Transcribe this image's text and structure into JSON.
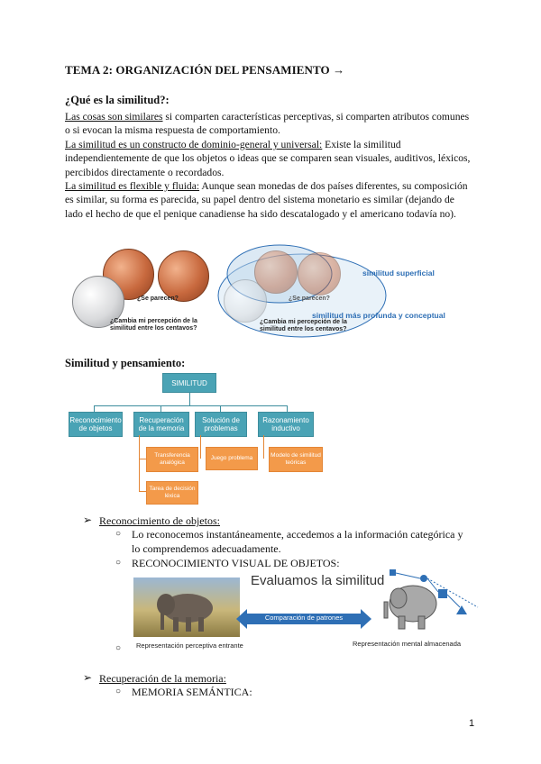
{
  "title": "TEMA 2: ORGANIZACIÓN DEL PENSAMIENTO →",
  "question": "¿Qué es la similitud?:",
  "p1": {
    "u": "Las cosas son similares",
    "t": " si comparten características perceptivas, si comparten atributos comunes o si evocan la misma respuesta de comportamiento."
  },
  "p2": {
    "u": "La similitud es un constructo de dominio-general y universal:",
    "t": " Existe la similitud independientemente de que los objetos o ideas que se comparen sean visuales, auditivos, léxicos, percibidos directamente o recordados."
  },
  "p3": {
    "u": "La similitud es flexible y fluida:",
    "t": " Aunque sean monedas de dos países diferentes, su composición es similar, su forma es parecida, su papel dentro del sistema monetario es similar (dejando de lado el hecho de que el penique canadiense ha sido descatalogado y el americano todavía no)."
  },
  "coins": {
    "left_q1": "¿Se parecen?",
    "left_q2": "¿Cambia mi percepción de la similitud entre los centavos?",
    "right_q1": "¿Se parecen?",
    "right_q2": "¿Cambia mi percepción de la similitud entre los centavos?",
    "superficial": "similitud superficial",
    "profunda": "similitud más profunda y conceptual"
  },
  "subhead": "Similitud y pensamiento:",
  "diagram": {
    "root": "SIMILITUD",
    "b1": "Reconocimiento de objetos",
    "b2": "Recuperación de la memoria",
    "b3": "Solución de problemas",
    "b4": "Razonamiento inductivo",
    "o1": "Transferencia analógica",
    "o2": "Tarea de decisión léxica",
    "o3": "Juego problema",
    "o4": "Modelo de similitud teóricas"
  },
  "bullet1": "Reconocimiento de objetos:",
  "bullet1_sub1": "Lo reconocemos instantáneamente, accedemos a la información categórica y lo comprendemos adecuadamente.",
  "bullet1_sub2": "RECONOCIMIENTO VISUAL DE OBJETOS:",
  "elephant": {
    "heading": "Evaluamos la similitud",
    "arrow": "Comparación de patrones",
    "left_caption": "Representación perceptiva entrante",
    "right_caption": "Representación mental almacenada"
  },
  "bullet2": "Recuperación de la memoria:",
  "bullet2_sub1": "MEMORIA SEMÁNTICA:",
  "page_number": "1",
  "colors": {
    "teal": "#4aa3b5",
    "orange": "#f39a4a",
    "blue": "#2e6fb5"
  }
}
